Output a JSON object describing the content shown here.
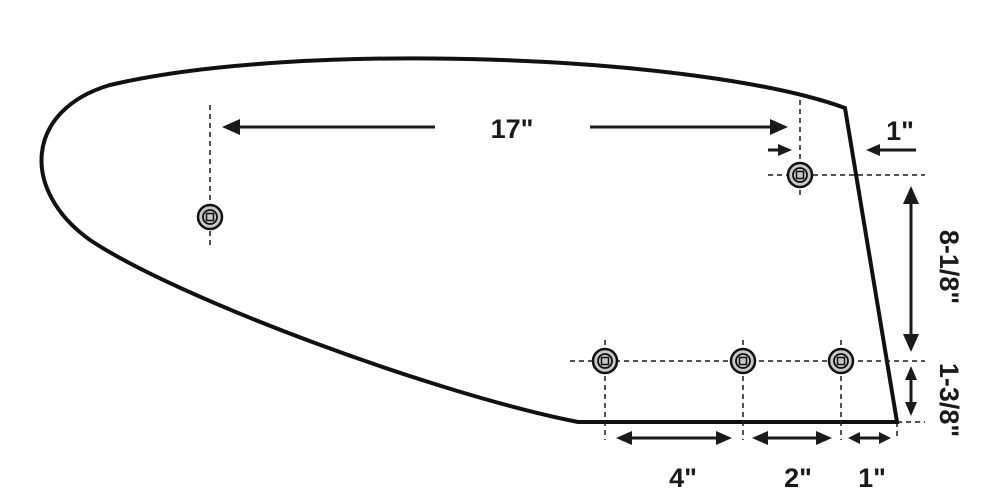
{
  "dimensions": {
    "hole_spacing_top": "17\"",
    "edge_offset_top": "1\"",
    "vertical_spacing": "8-1/8\"",
    "bottom_row_offset": "1-3/8\"",
    "bottom_spacing_left": "4\"",
    "bottom_spacing_middle": "2\"",
    "bottom_spacing_right": "1\""
  },
  "colors": {
    "line": "#111111",
    "hole_fill": "#c8c8c8"
  },
  "holes": [
    {
      "id": "left"
    },
    {
      "id": "top-right"
    },
    {
      "id": "bottom-1"
    },
    {
      "id": "bottom-2"
    },
    {
      "id": "bottom-3"
    }
  ]
}
